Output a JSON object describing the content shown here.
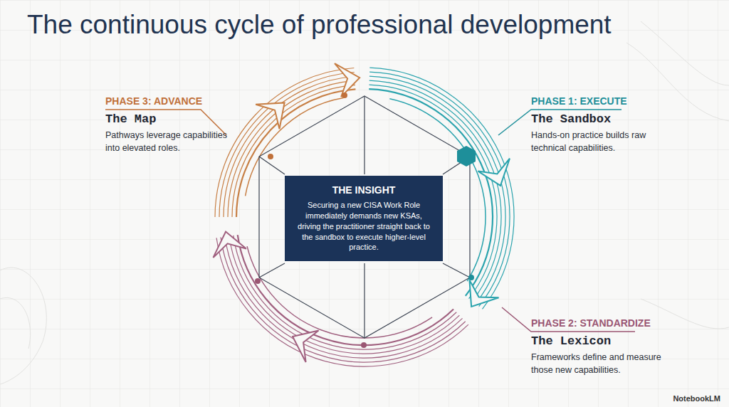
{
  "diagram": {
    "title": "The continuous cycle of professional development",
    "nodes": [
      {
        "text": [
          "PHASE 3: ADVANCE",
          "The Map",
          "Pathways leverage capabilities into elevated roles."
        ]
      },
      {
        "text": [
          "PHASE 1: EXECUTE",
          "The Sandbox",
          "Hands-on practice builds raw technical capabilities."
        ]
      },
      {
        "text": [
          "THE INSIGHT",
          "Securing a new CISA Work Role immediately demands new KSAs, driving the practitioner straight back to the sandbox to execute higher-level practice."
        ]
      },
      {
        "text": [
          "PHASE 2: STANDARDIZE",
          "The Lexicon",
          "Frameworks define and measure those new capabilities."
        ]
      }
    ],
    "labels": [
      "NotebookLM"
    ]
  }
}
